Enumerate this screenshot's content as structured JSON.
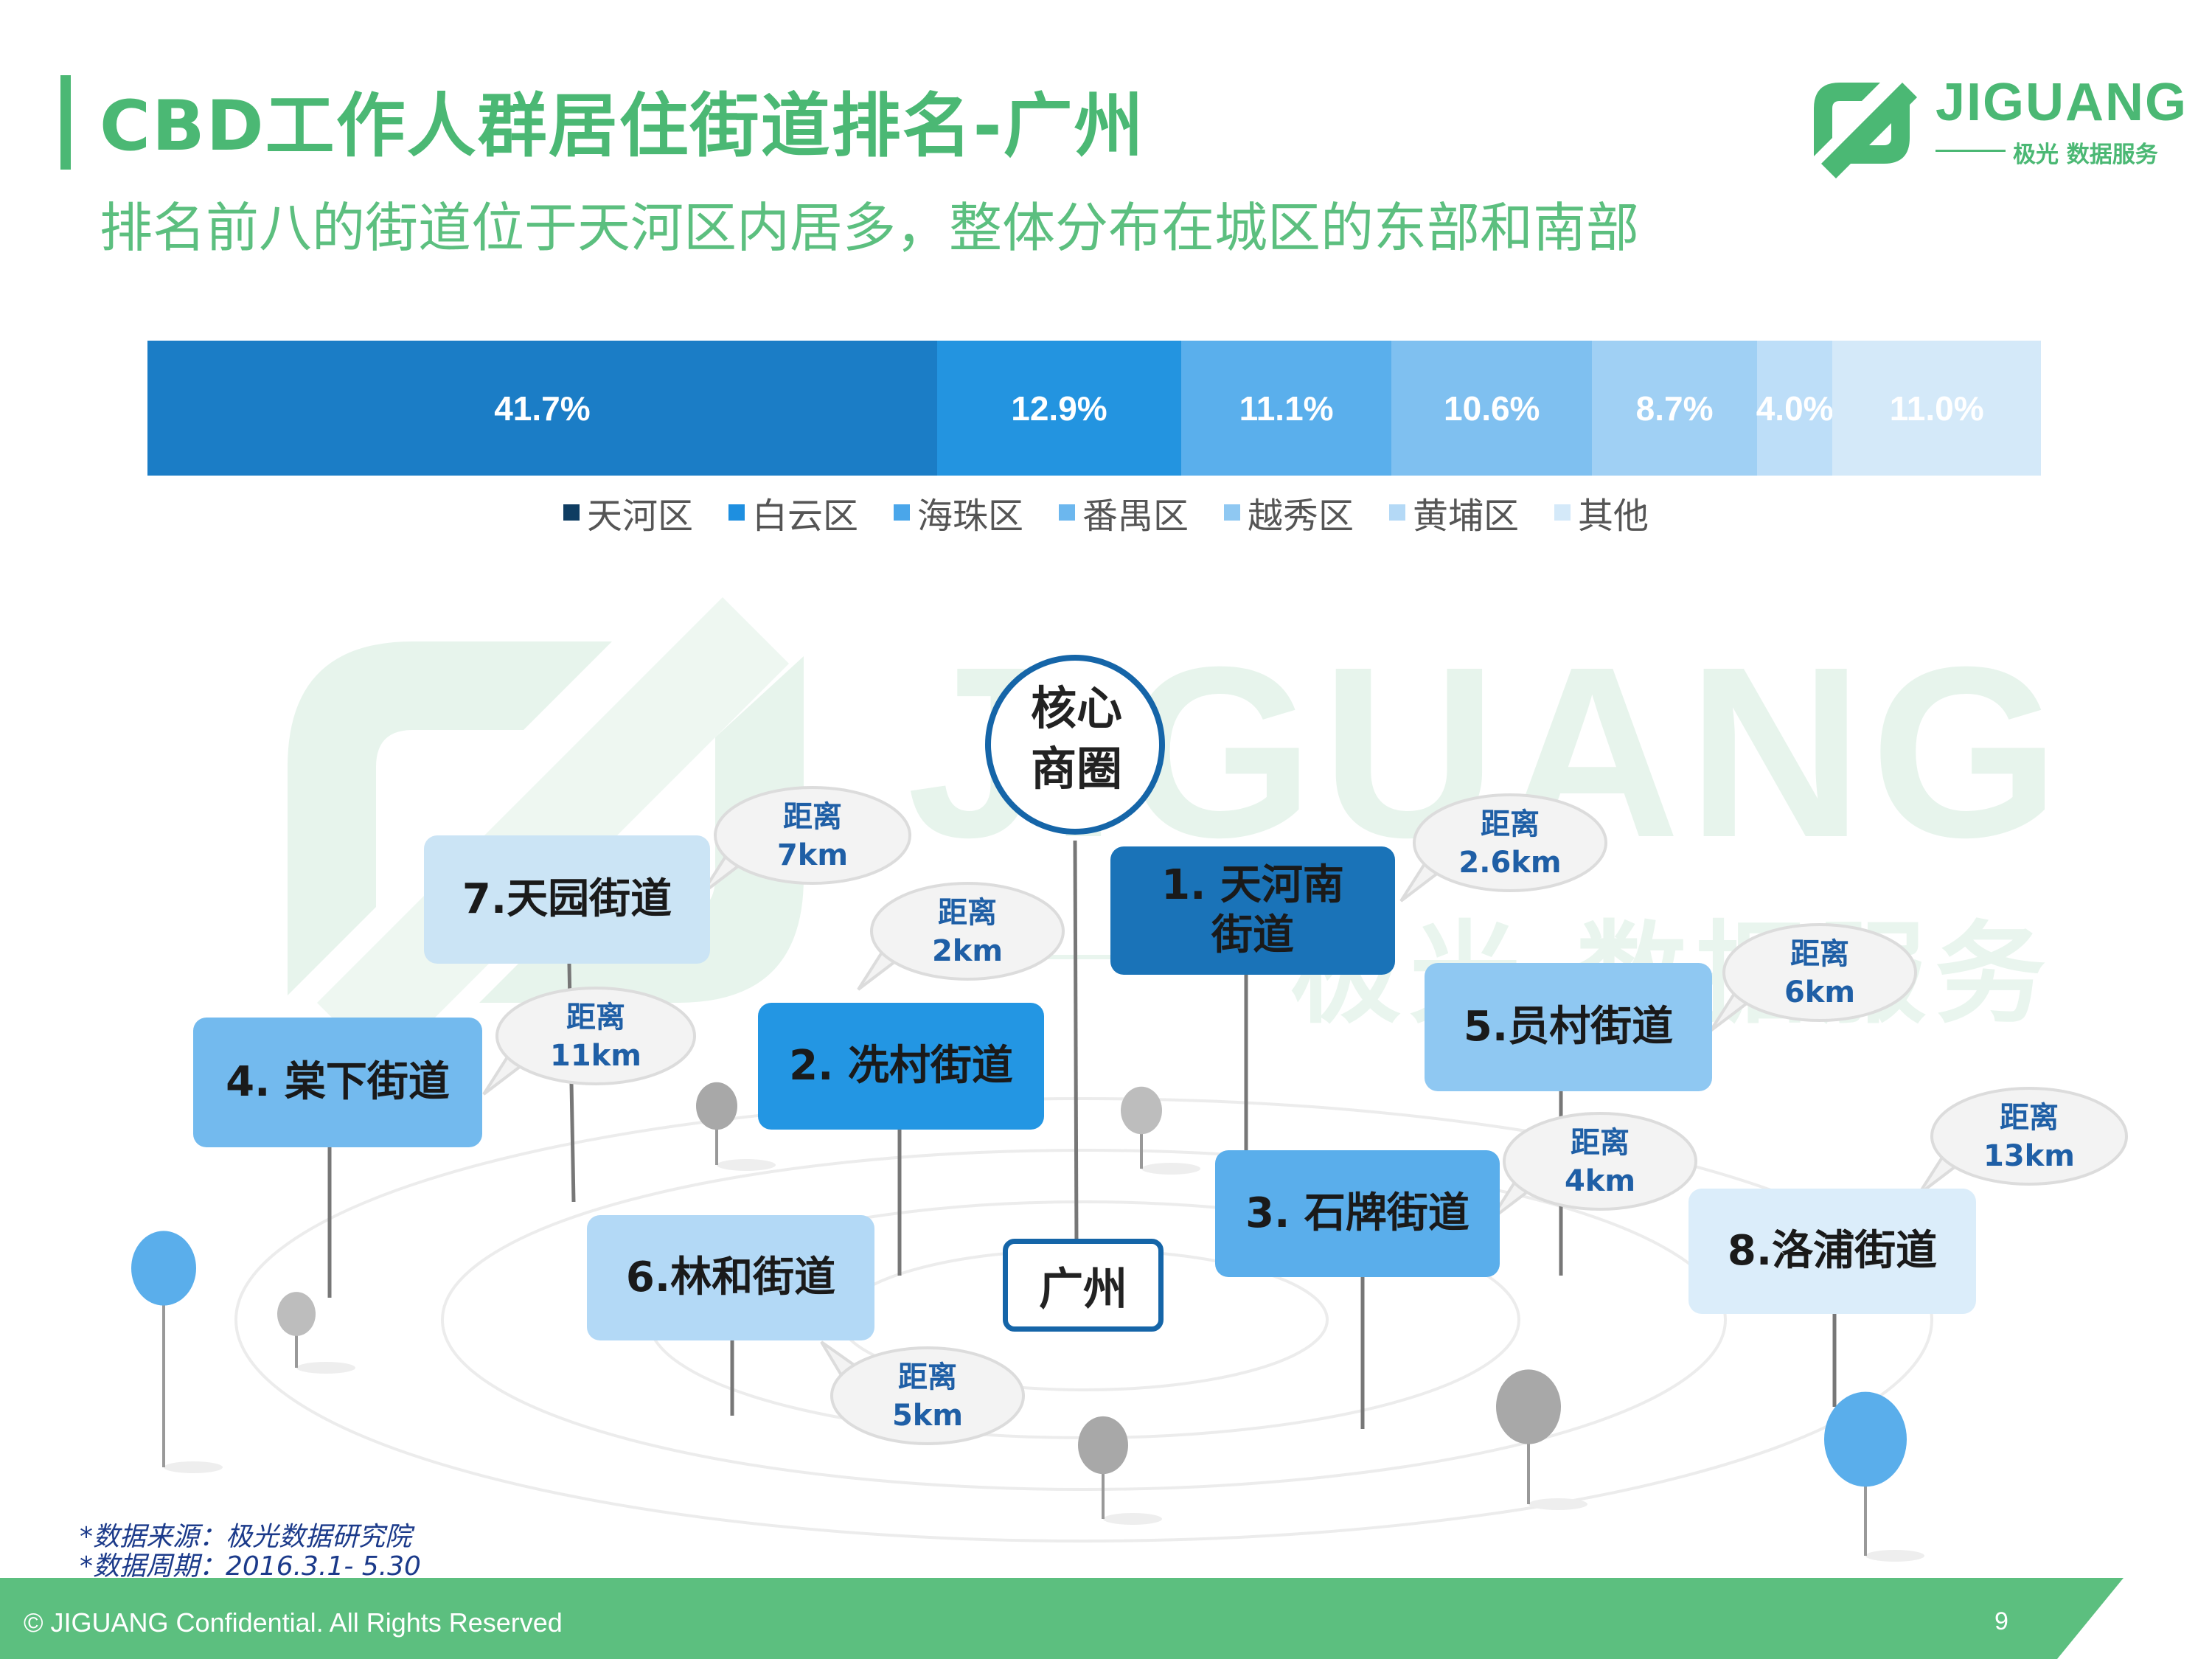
{
  "title": "CBD工作人群居住街道排名-广州",
  "subtitle": "排名前八的街道位于天河区内居多，整体分布在城区的东部和南部",
  "logo": {
    "name": "JIGUANG",
    "sub": "极光 数据服务"
  },
  "watermark": {
    "name": "JIGUANG",
    "sub": "极光 数据服务"
  },
  "chart_data": {
    "type": "bar",
    "orientation": "horizontal-stacked-100",
    "series": [
      {
        "name": "天河区",
        "value": 41.7,
        "label": "41.7%",
        "color": "#1b7dc6",
        "legend_color": "#0f3d62"
      },
      {
        "name": "白云区",
        "value": 12.9,
        "label": "12.9%",
        "color": "#2394e0",
        "legend_color": "#1e8fe0"
      },
      {
        "name": "海珠区",
        "value": 11.1,
        "label": "11.1%",
        "color": "#5aafec",
        "legend_color": "#4aa6ea"
      },
      {
        "name": "番禺区",
        "value": 10.6,
        "label": "10.6%",
        "color": "#7fc0f0",
        "legend_color": "#6cb7ee"
      },
      {
        "name": "越秀区",
        "value": 8.7,
        "label": "8.7%",
        "color": "#a0d0f4",
        "legend_color": "#8fc8f2"
      },
      {
        "name": "黄埔区",
        "value": 4.0,
        "label": "4.0%",
        "color": "#bddef8",
        "legend_color": "#b4d9f6"
      },
      {
        "name": "其他",
        "value": 11.0,
        "label": "11.0%",
        "color": "#d4e9f9",
        "legend_color": "#d4e9f9"
      }
    ],
    "legend_position": "bottom"
  },
  "map": {
    "hub": {
      "line1": "核心",
      "line2": "商圈"
    },
    "city": "广州",
    "streets": [
      {
        "rank": 1,
        "label": "1. 天河南\n街道",
        "color": "#1a73b8",
        "text_color": "#1a1a1a",
        "distance_label": "距离",
        "distance": "2.6km"
      },
      {
        "rank": 2,
        "label": "2. 冼村街道",
        "color": "#2396e3",
        "text_color": "#1a1a1a",
        "distance_label": "距离",
        "distance": "2km"
      },
      {
        "rank": 3,
        "label": "3. 石牌街道",
        "color": "#5aaeeb",
        "text_color": "#1a1a1a",
        "distance_label": "距离",
        "distance": "4km"
      },
      {
        "rank": 4,
        "label": "4. 棠下街道",
        "color": "#73baee",
        "text_color": "#1a1a1a",
        "distance_label": "距离",
        "distance": "11km"
      },
      {
        "rank": 5,
        "label": "5.员村街道",
        "color": "#8fc8f2",
        "text_color": "#1a1a1a",
        "distance_label": "距离",
        "distance": "6km"
      },
      {
        "rank": 6,
        "label": "6.林和街道",
        "color": "#b3d9f6",
        "text_color": "#1a1a1a",
        "distance_label": "距离",
        "distance": "5km"
      },
      {
        "rank": 7,
        "label": "7.天园街道",
        "color": "#cbe4f5",
        "text_color": "#1a1a1a",
        "distance_label": "距离",
        "distance": "7km"
      },
      {
        "rank": 8,
        "label": "8.洛浦街道",
        "color": "#dbedfa",
        "text_color": "#1a1a1a",
        "distance_label": "距离",
        "distance": "13km"
      }
    ]
  },
  "notes": {
    "source": "*数据来源：极光数据研究院",
    "period": "*数据周期：2016.3.1- 5.30"
  },
  "footer": {
    "text": "© JIGUANG Confidential. All Rights Reserved",
    "page": "9"
  },
  "colors": {
    "green": "#4bb874",
    "footer_green": "#5cbf7f",
    "hub_ring": "#1565a8"
  }
}
